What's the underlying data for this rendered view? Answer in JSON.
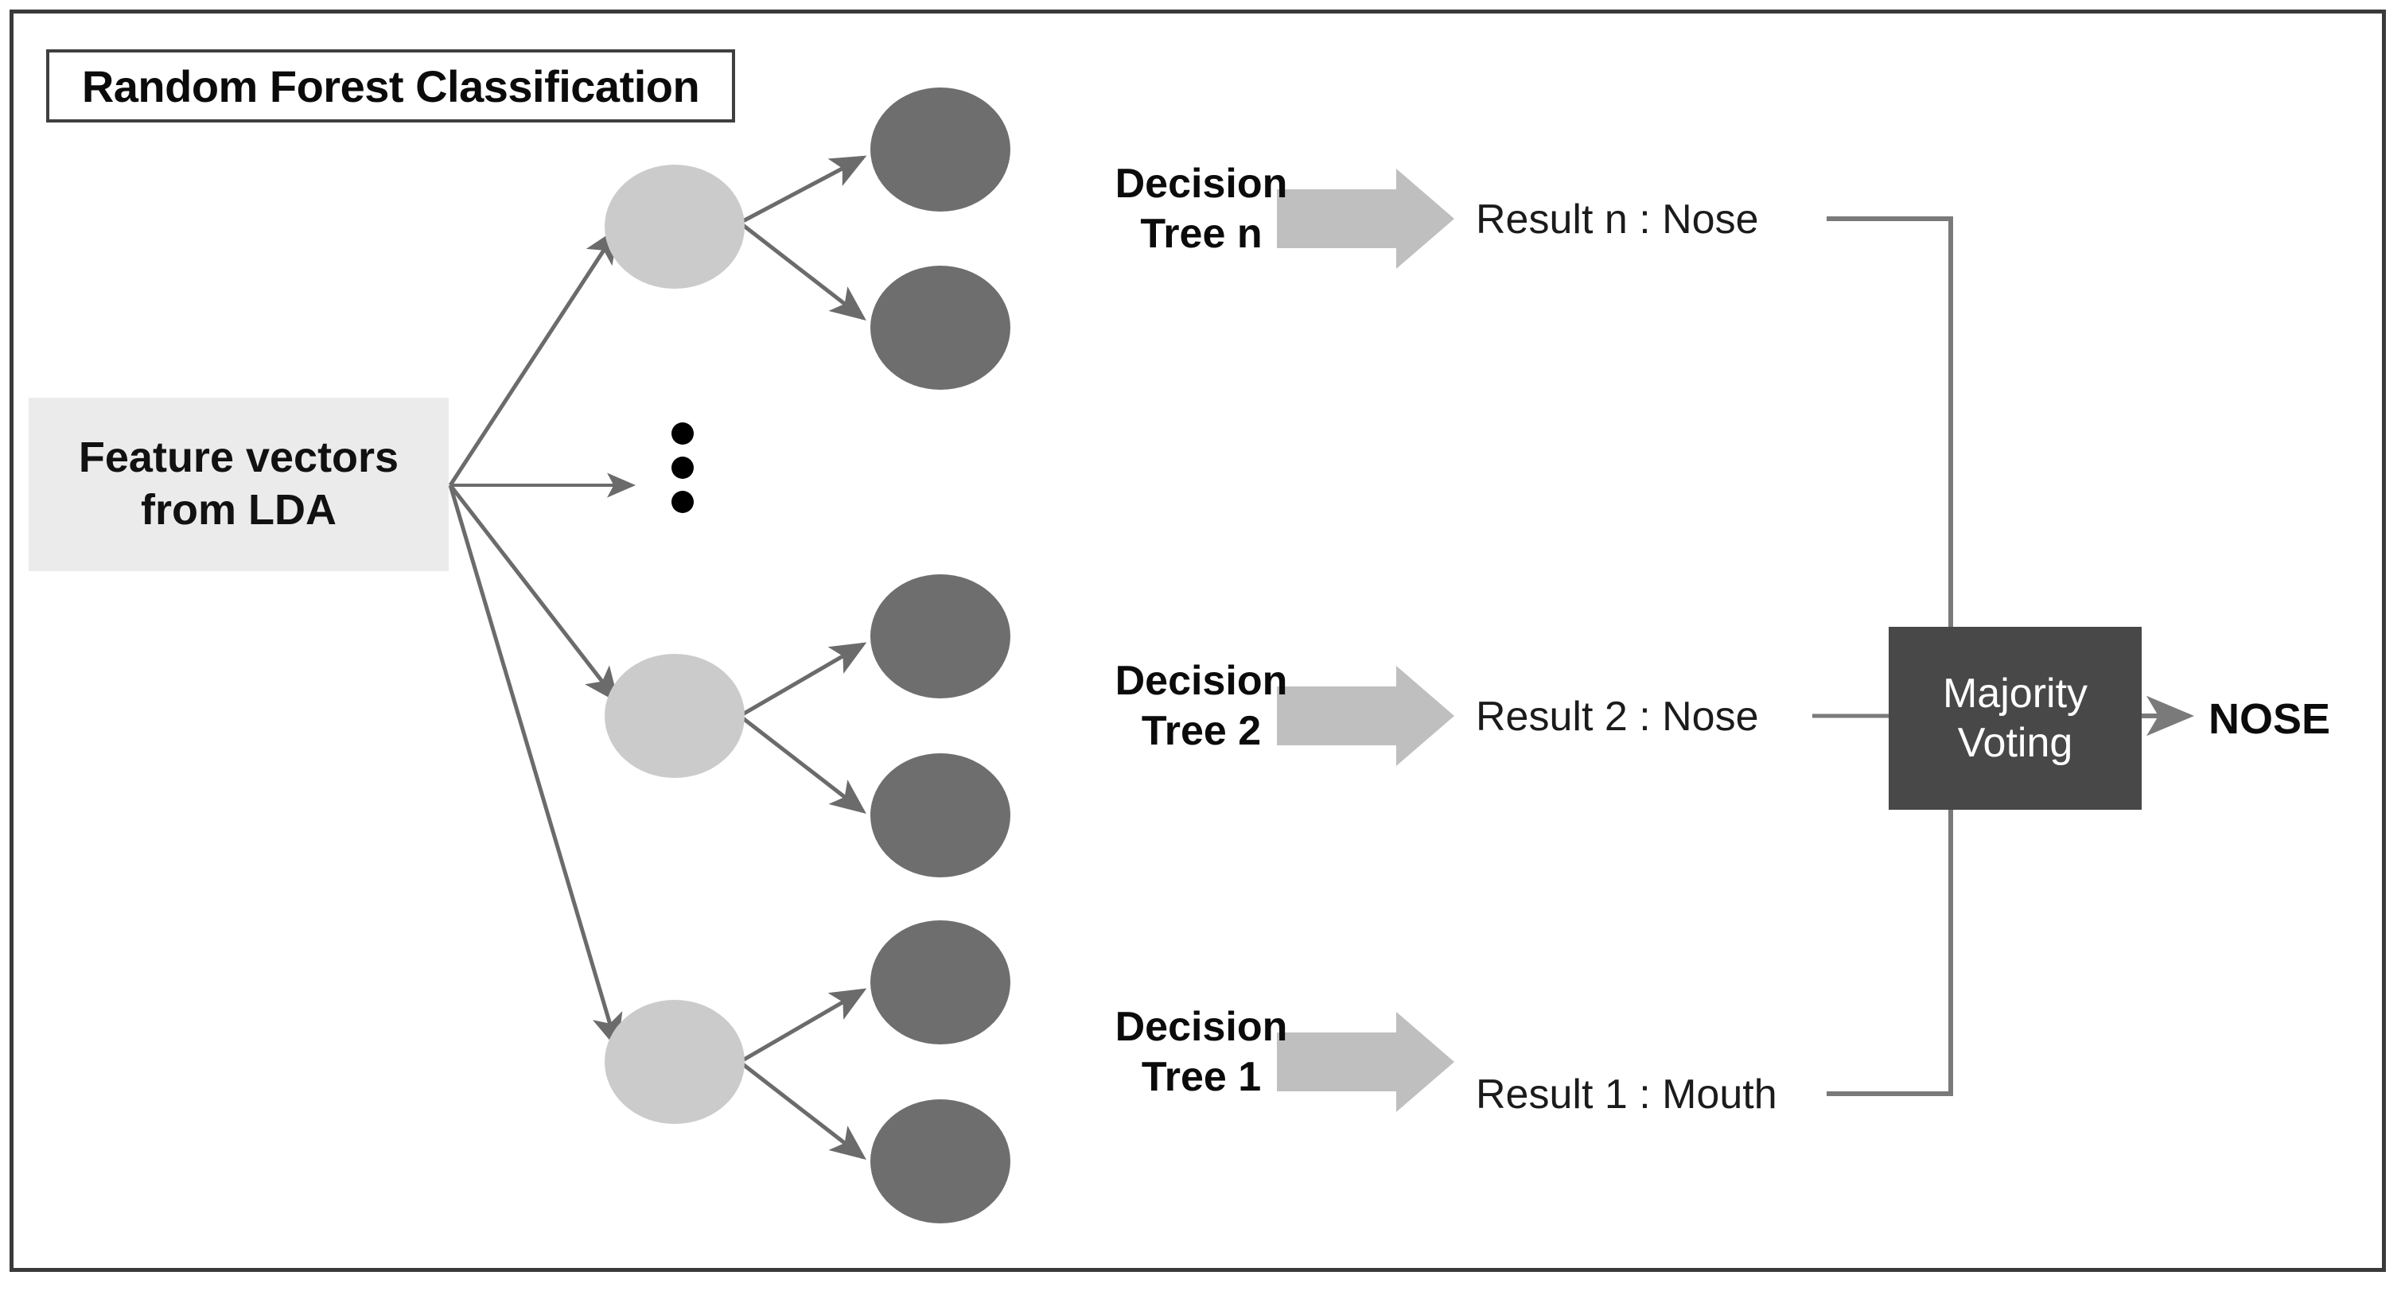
{
  "diagram": {
    "title": "Random Forest Classification",
    "input": {
      "line1": "Feature vectors",
      "line2": "from LDA"
    },
    "ellipsis_icon": "vertical-ellipsis-icon",
    "trees": [
      {
        "label_line1": "Decision",
        "label_line2": "Tree n",
        "result": "Result n : Nose"
      },
      {
        "label_line1": "Decision",
        "label_line2": "Tree 2",
        "result": "Result 2 : Nose"
      },
      {
        "label_line1": "Decision",
        "label_line2": "Tree 1",
        "result": "Result 1 : Mouth"
      }
    ],
    "aggregator": {
      "line1": "Majority",
      "line2": "Voting"
    },
    "final_output": "NOSE",
    "colors": {
      "frame_border": "#3a3a3a",
      "title_border": "#3f3f3f",
      "input_box_fill": "#ebebeb",
      "parent_node_fill": "#cbcbcb",
      "child_node_fill": "#6e6e6e",
      "block_arrow_fill": "#bfbfbf",
      "aggregator_fill": "#484848",
      "aggregator_text": "#ffffff",
      "connector_line": "#7a7a7a",
      "text": "#0b0b0b"
    }
  }
}
